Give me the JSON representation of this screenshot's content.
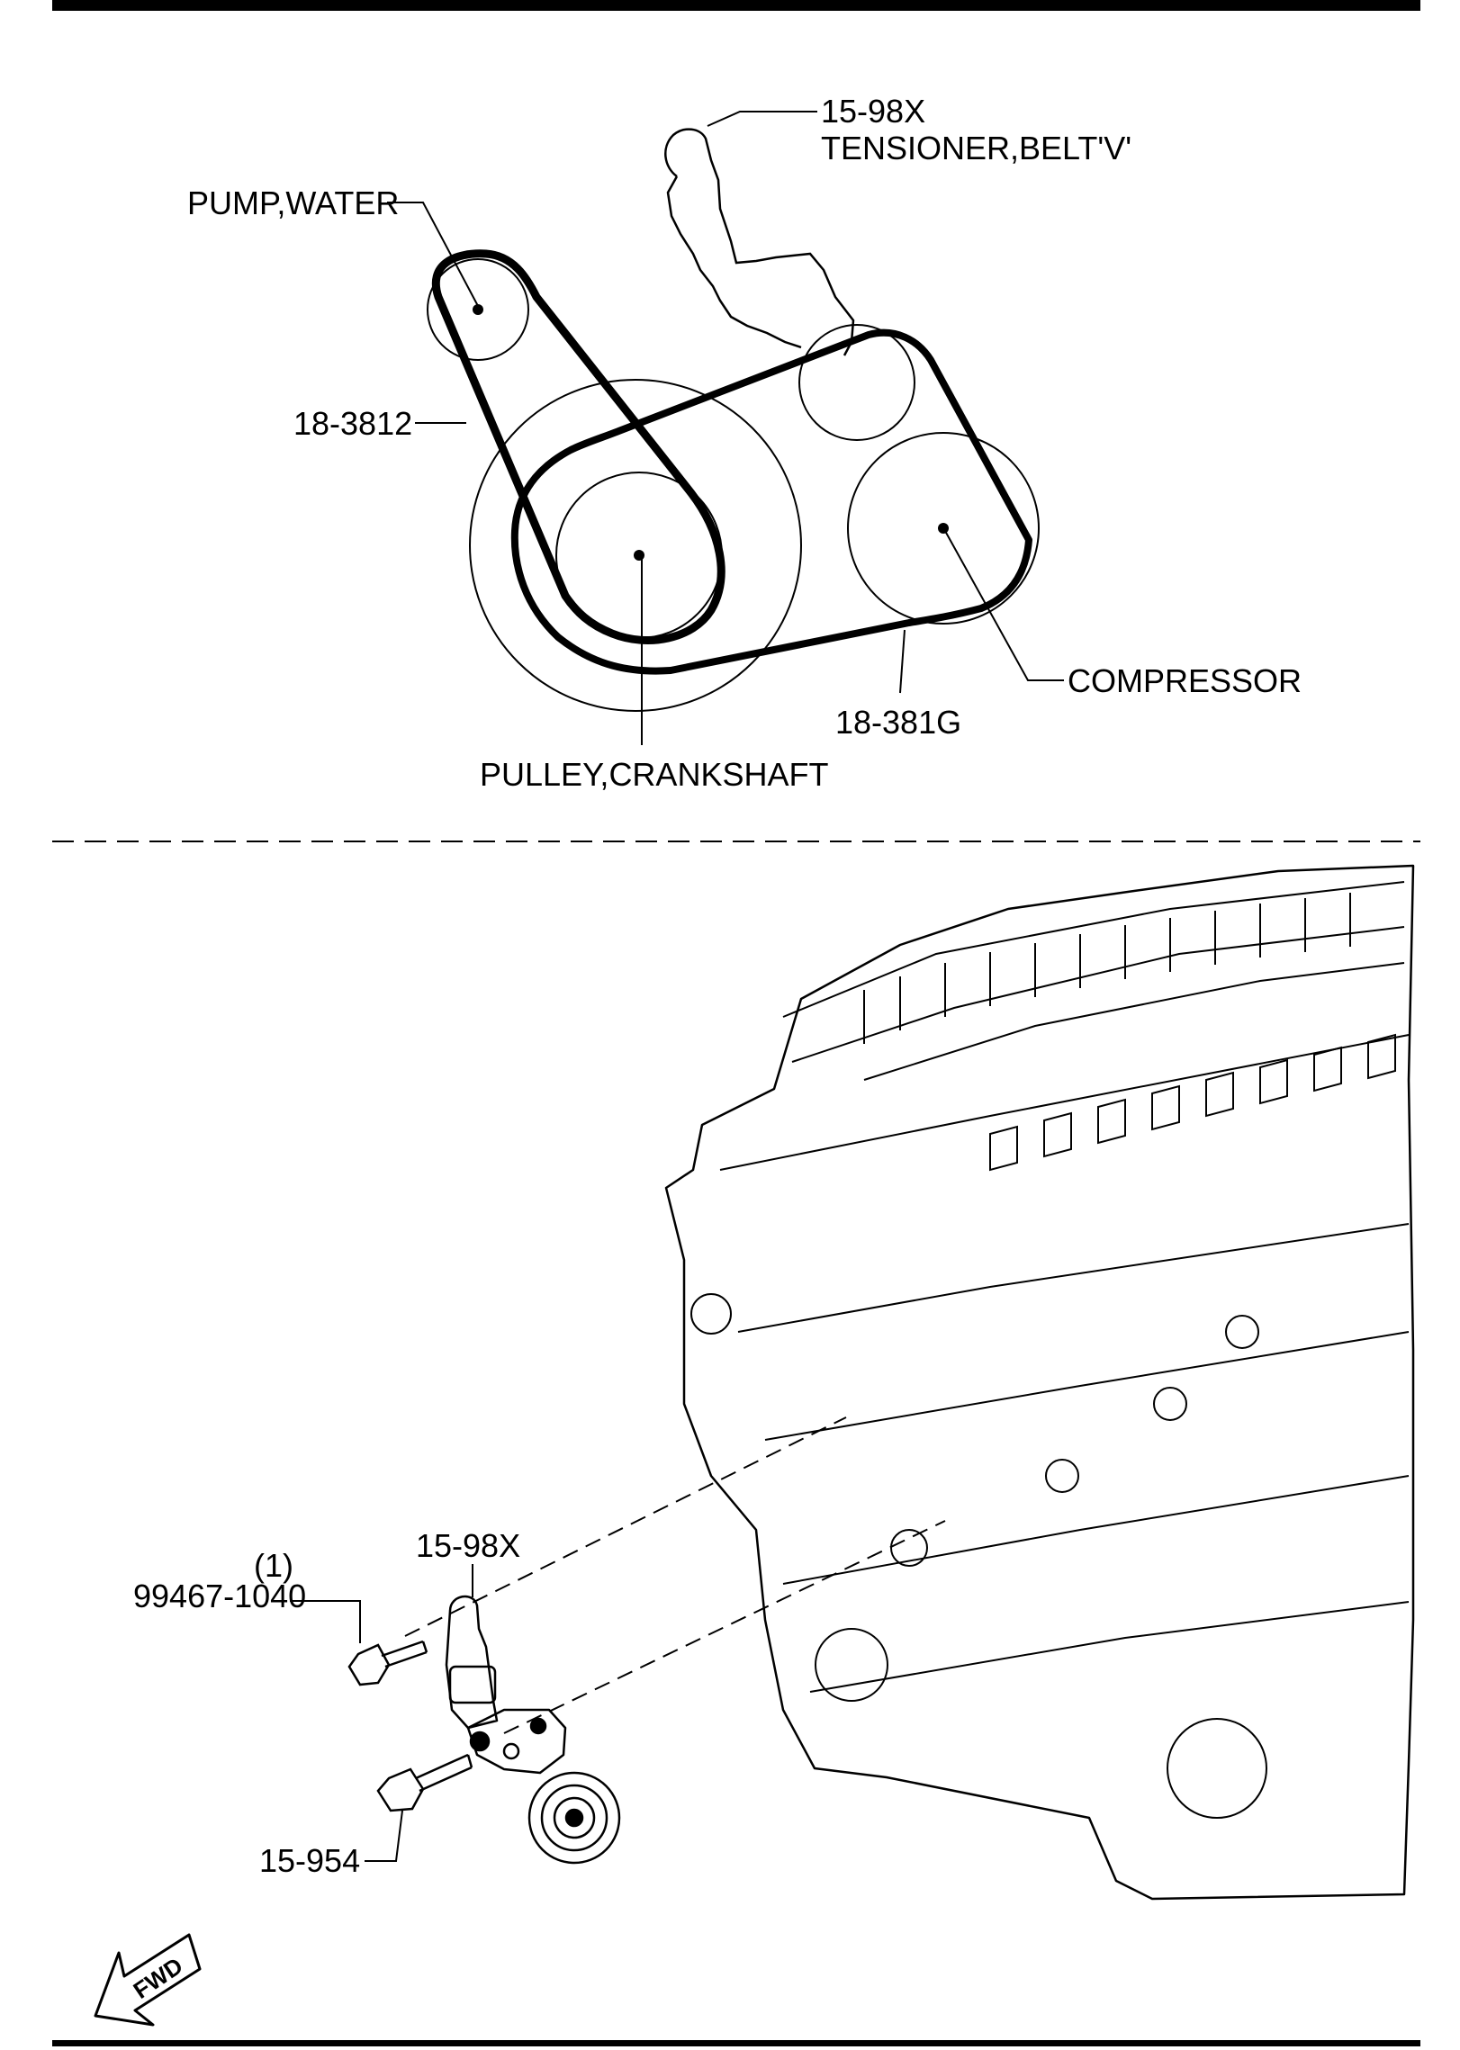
{
  "belt_diagram": {
    "tensioner_part": "15-98X",
    "tensioner_name": "TENSIONER,BELT'V'",
    "water_pump": "PUMP,WATER",
    "belt_a": "18-3812",
    "belt_b": "18-381G",
    "compressor": "COMPRESSOR",
    "crankshaft_pulley": "PULLEY,CRANKSHAFT"
  },
  "assembly": {
    "tensioner_part": "15-98X",
    "bolt_qty": "(1)",
    "bolt_part": "99467-1040",
    "bolt2_part": "15-954"
  },
  "direction_arrow": "FWD",
  "colors": {
    "line": "#000000",
    "background": "#ffffff"
  }
}
